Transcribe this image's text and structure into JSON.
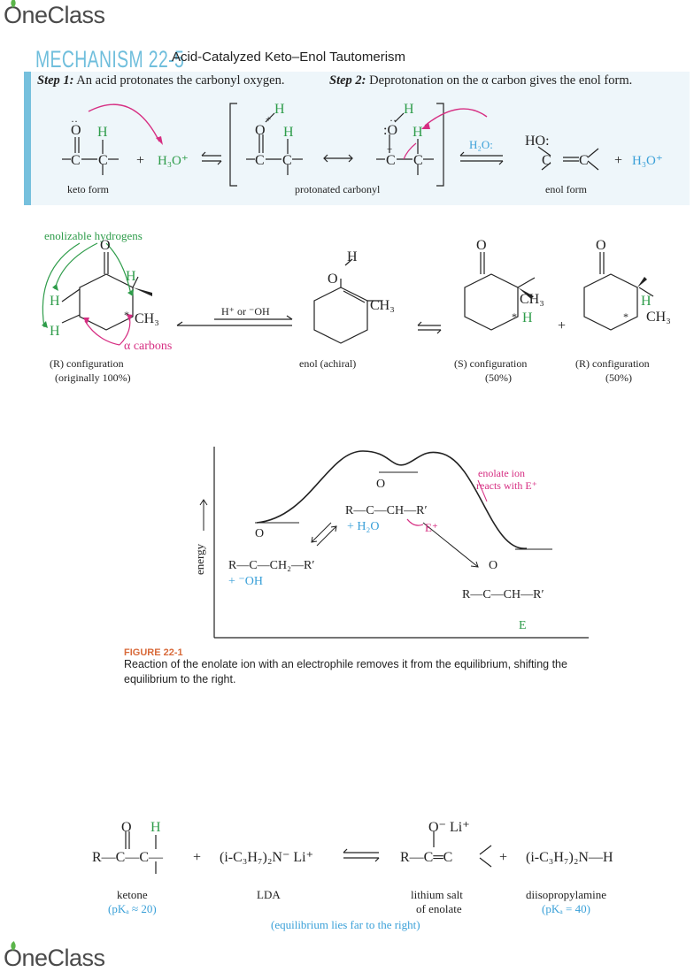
{
  "brand": {
    "logo_text": "OneClass"
  },
  "mechanism": {
    "label": "MECHANISM 22-5",
    "title": "Acid-Catalyzed Keto–Enol Tautomerism",
    "step1_label": "Step 1:",
    "step1_text": " An acid protonates the carbonyl oxygen.",
    "step2_label": "Step 2:",
    "step2_text": " Deprotonation on the α carbon gives the enol form.",
    "keto_label": "keto form",
    "protonated_label": "protonated carbonyl",
    "enol_label": "enol form",
    "h3o": "H₃O⁺",
    "h2o": "H₂O:",
    "plus": "+"
  },
  "racemization": {
    "enolizable_label": "enolizable hydrogens",
    "alpha_label": "α carbons",
    "conditions": "H⁺ or ⁻OH",
    "r_config": "(R) configuration",
    "r_original": "(originally 100%)",
    "enol_label": "enol (achiral)",
    "s_config": "(S) configuration",
    "s_pct": "(50%)",
    "r_config2": "(R) configuration",
    "r_pct": "(50%)",
    "ch3": "CH₃",
    "plus": "+"
  },
  "figure": {
    "label": "FIGURE 22-1",
    "caption": "Reaction of the enolate ion with an electrophile removes it from the equilibrium, shifting the equilibrium to the right.",
    "y_axis": "energy",
    "annotation": "enolate ion reacts with E⁺",
    "reactant_extra": "+ ⁻OH",
    "enolate_extra": "+ H₂O",
    "e_plus": "E⁺"
  },
  "lda": {
    "ketone_label": "ketone",
    "ketone_pka": "(pKₐ ≈ 20)",
    "lda_label": "LDA",
    "lda_formula": "(i-C₃H₇)₂N⁻ Li⁺",
    "salt_label1": "lithium salt",
    "salt_label2": "of enolate",
    "amine_label": "diisopropylamine",
    "amine_formula": "(i-C₃H₇)₂N—H",
    "amine_pka": "(pKₐ = 40)",
    "note": "(equilibrium lies far to the right)",
    "o_li": "O⁻ Li⁺",
    "plus": "+"
  }
}
